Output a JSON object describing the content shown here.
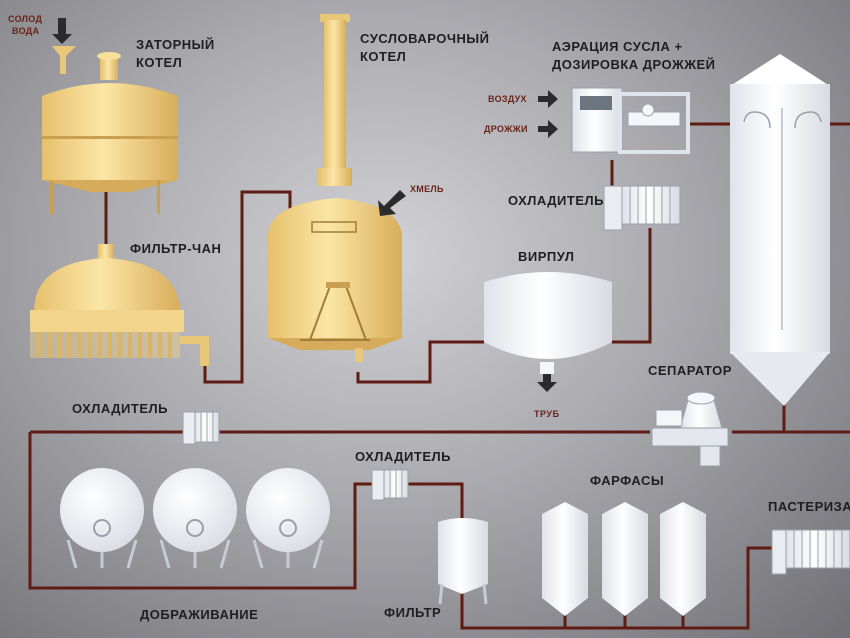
{
  "labels": {
    "input_top_line1": "СОЛОД",
    "input_top_line2": "ВОДА",
    "mash_tun_line1": "ЗАТОРНЫЙ",
    "mash_tun_line2": "КОТЕЛ",
    "wort_kettle_line1": "СУСЛОВАРОЧНЫЙ",
    "wort_kettle_line2": "КОТЕЛ",
    "aeration_line1": "АЭРАЦИЯ СУСЛА +",
    "aeration_line2": "ДОЗИРОВКА ДРОЖЖЕЙ",
    "air": "ВОЗДУХ",
    "yeast": "ДРОЖЖИ",
    "hops": "ХМЕЛЬ",
    "lauter_tun": "ФИЛЬТР-ЧАН",
    "cooler_top": "ОХЛАДИТЕЛЬ",
    "whirlpool": "ВИРПУЛ",
    "trub": "ТРУБ",
    "separator": "СЕПАРАТОР",
    "cooler_left": "ОХЛАДИТЕЛЬ",
    "cooler_bottom": "ОХЛАДИТЕЛЬ",
    "bright_tanks": "ФАРФАСЫ",
    "maturation": "ДОБРАЖИВАНИЕ",
    "filter": "ФИЛЬТР",
    "pasteurization": "ПАСТЕРИЗАЦ"
  },
  "colors": {
    "background": "#b8b8bd",
    "pipe": "#5e1c12",
    "copper_vessel": "#f2d58a",
    "white_vessel": "#f4f6f9",
    "label_text": "#1f1f22",
    "input_text": "#6a2418"
  }
}
